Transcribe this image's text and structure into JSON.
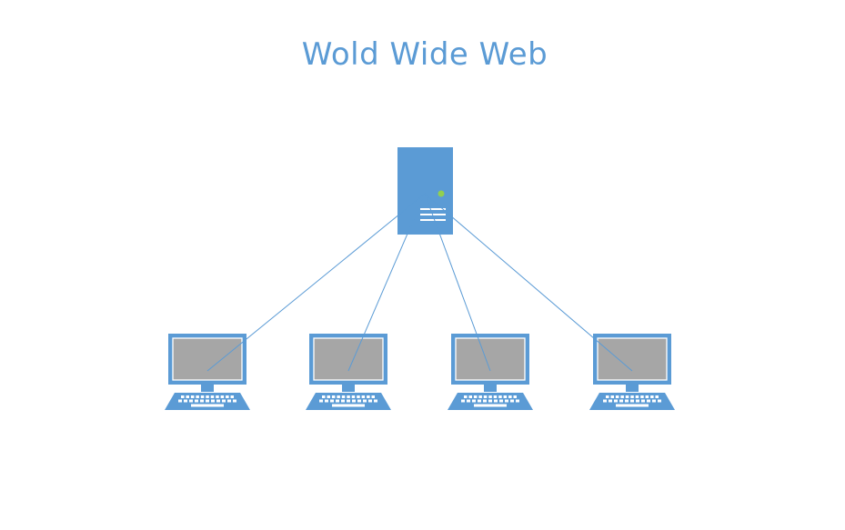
{
  "title": "Wold Wide Web",
  "colors": {
    "accent": "#5b9bd5",
    "screen": "#a6a6a6",
    "led": "#92d050",
    "white": "#ffffff",
    "connector": "#5b9bd5"
  },
  "nodes": {
    "server": {
      "icon": "server-icon"
    },
    "clients": [
      {
        "icon": "desktop-computer-icon"
      },
      {
        "icon": "desktop-computer-icon"
      },
      {
        "icon": "desktop-computer-icon"
      },
      {
        "icon": "desktop-computer-icon"
      }
    ]
  },
  "edges": [
    {
      "from": "server",
      "to": "client-1"
    },
    {
      "from": "server",
      "to": "client-2"
    },
    {
      "from": "server",
      "to": "client-3"
    },
    {
      "from": "server",
      "to": "client-4"
    }
  ]
}
